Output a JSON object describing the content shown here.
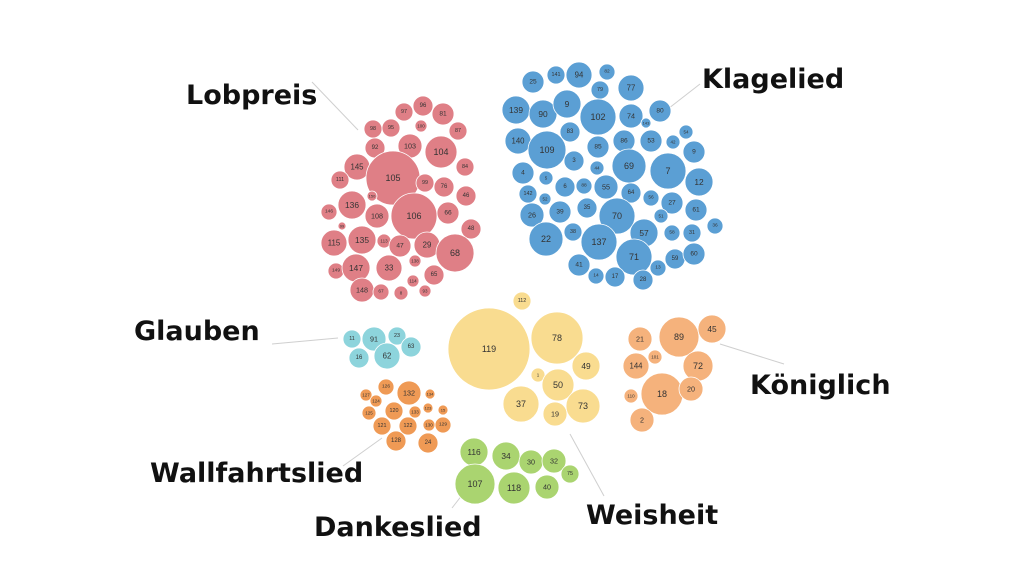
{
  "chart_data": {
    "type": "bubble-cluster",
    "title": "",
    "groups": [
      {
        "name": "Lobpreis",
        "color": "#df7f86",
        "values": [
          "97",
          "96",
          "98",
          "95",
          "81",
          "100",
          "103",
          "87",
          "92",
          "104",
          "145",
          "84",
          "111",
          "105",
          "99",
          "76",
          "150",
          "46",
          "136",
          "146",
          "108",
          "106",
          "66",
          "99",
          "48",
          "115",
          "135",
          "113",
          "47",
          "29",
          "68",
          "149",
          "147",
          "33",
          "138",
          "65",
          "114",
          "148",
          "67",
          "8",
          "93"
        ]
      },
      {
        "name": "Klagelied",
        "color": "#5b9fd4",
        "values": [
          "25",
          "141",
          "94",
          "82",
          "79",
          "77",
          "139",
          "90",
          "9",
          "102",
          "74",
          "80",
          "143",
          "54",
          "140",
          "109",
          "83",
          "85",
          "86",
          "53",
          "42",
          "9",
          "3",
          "44",
          "69",
          "7",
          "4",
          "5",
          "6",
          "88",
          "55",
          "12",
          "142",
          "52",
          "64",
          "56",
          "27",
          "26",
          "39",
          "35",
          "70",
          "51",
          "61",
          "36",
          "38",
          "57",
          "58",
          "31",
          "22",
          "137",
          "71",
          "59",
          "60",
          "41",
          "14",
          "17",
          "13",
          "28"
        ]
      },
      {
        "name": "Glauben",
        "color": "#8dd4dc",
        "values": [
          "11",
          "91",
          "23",
          "63",
          "16",
          "62"
        ]
      },
      {
        "name": "Wallfahrtslied",
        "color": "#ef9a55",
        "values": [
          "127",
          "126",
          "132",
          "134",
          "124",
          "133",
          "125",
          "120",
          "123",
          "15",
          "121",
          "122",
          "130",
          "129",
          "128",
          "24"
        ]
      },
      {
        "name": "Weisheit",
        "color": "#f9dc90",
        "values": [
          "112",
          "119",
          "78",
          "49",
          "1",
          "50",
          "37",
          "19",
          "73"
        ]
      },
      {
        "name": "Königlich",
        "color": "#f5b27c",
        "values": [
          "21",
          "89",
          "45",
          "144",
          "101",
          "72",
          "18",
          "20",
          "110",
          "2"
        ]
      },
      {
        "name": "Dankeslied",
        "color": "#aad470",
        "values": [
          "116",
          "34",
          "30",
          "32",
          "75",
          "107",
          "118",
          "40"
        ]
      }
    ]
  }
}
